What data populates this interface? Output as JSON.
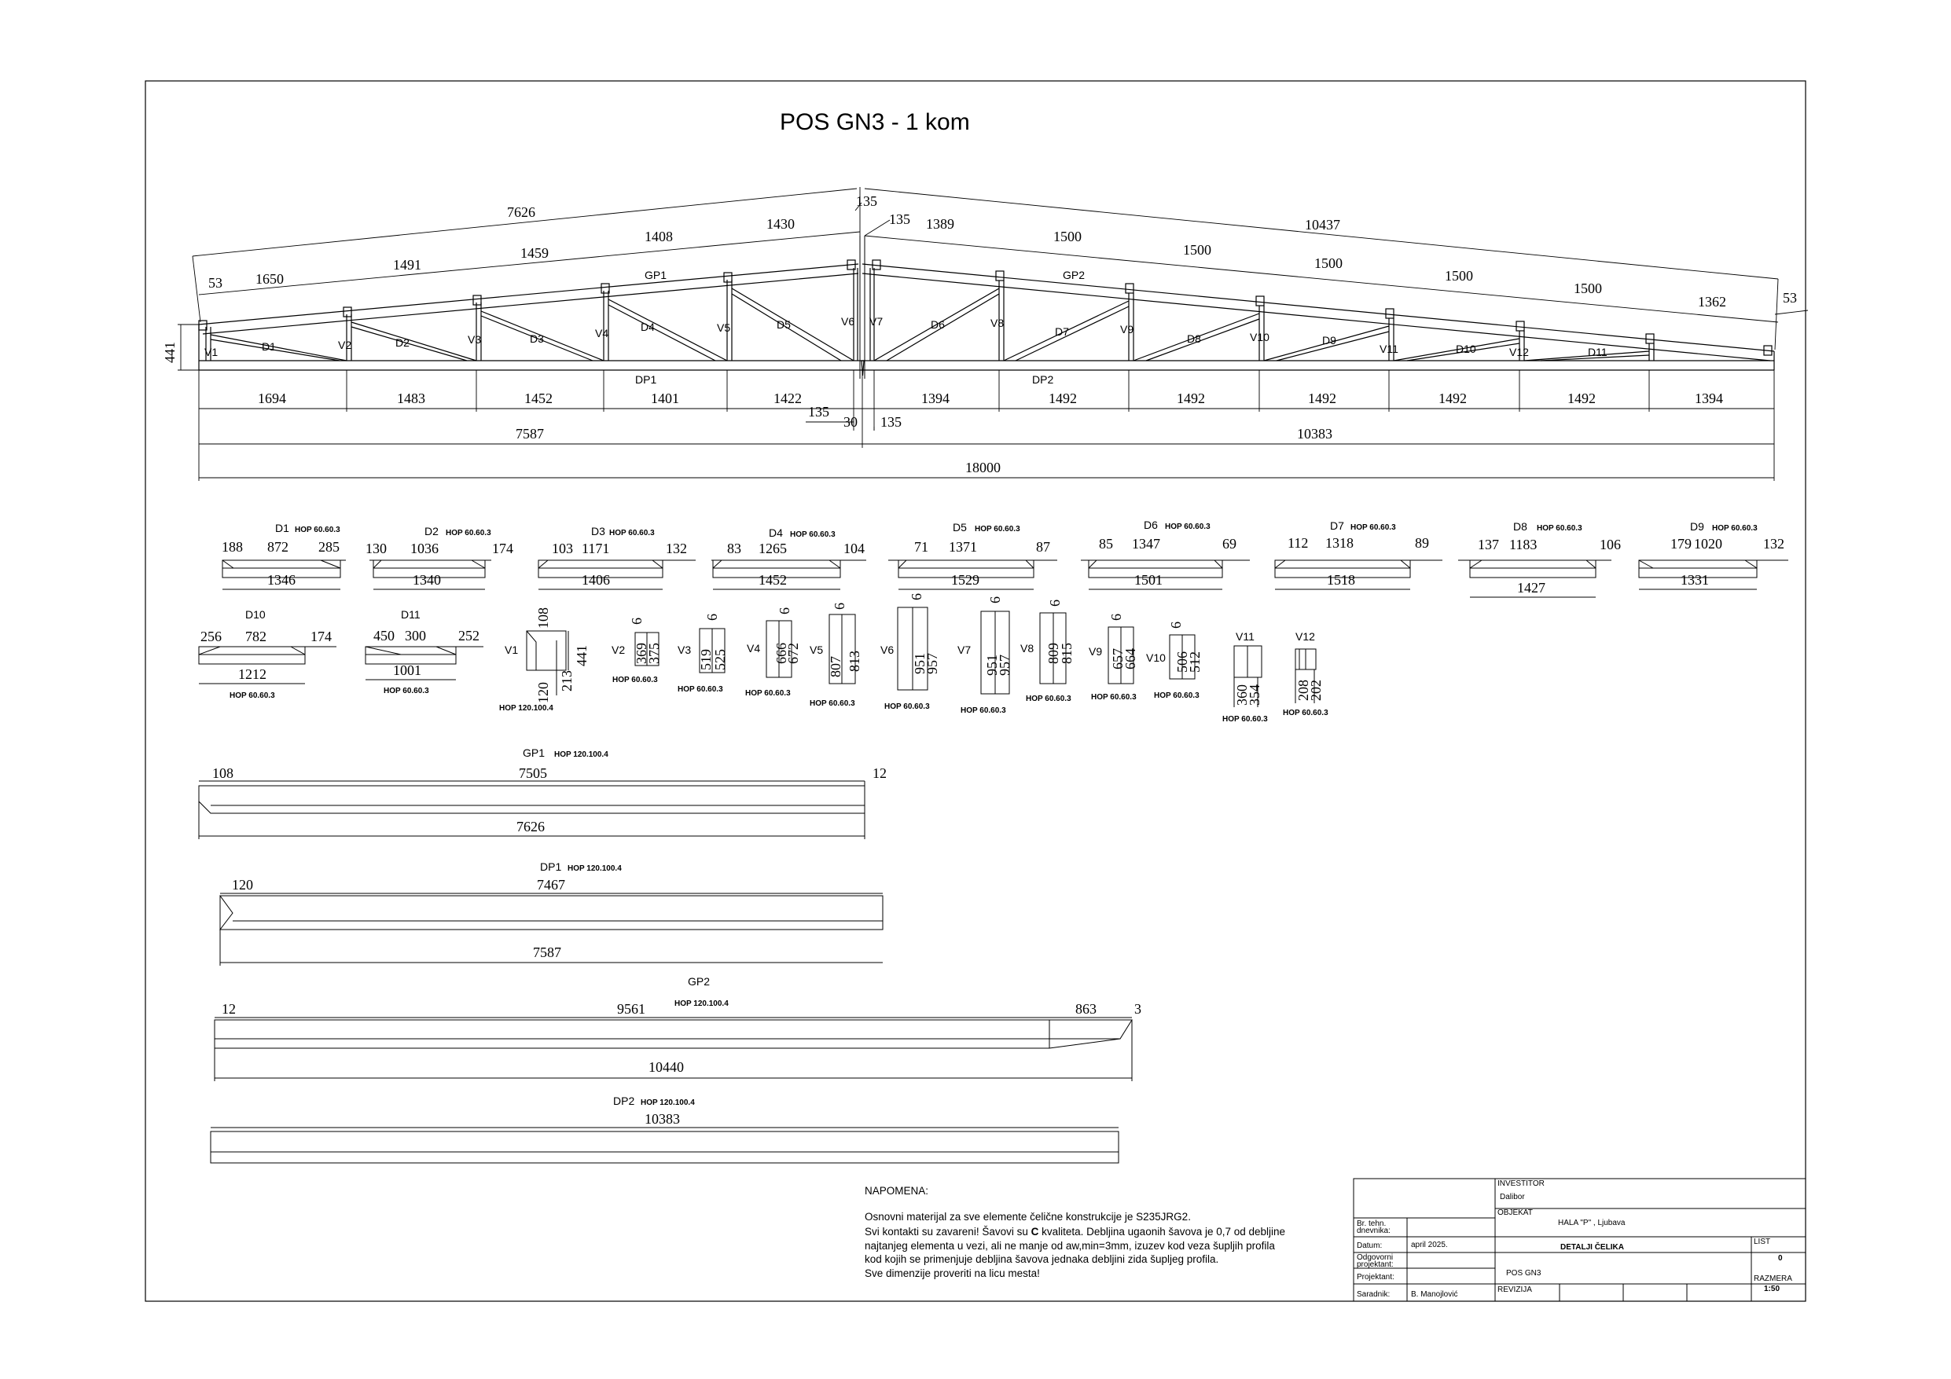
{
  "title": "POS GN3 - 1 kom",
  "truss": {
    "dims": {
      "left_top_total": "7626",
      "right_top_total": "10437",
      "apex_135_a": "135",
      "apex_135_b": "135",
      "left_top_segs": [
        "53",
        "1650",
        "1491",
        "1459",
        "1408",
        "1430"
      ],
      "right_top_segs": [
        "1389",
        "1500",
        "1500",
        "1500",
        "1500",
        "1500",
        "1362"
      ],
      "right_end": "53",
      "height": "441",
      "bottom_segs": [
        "1694",
        "1483",
        "1452",
        "1401",
        "1422",
        "1394",
        "1492",
        "1492",
        "1492",
        "1492",
        "1492",
        "1394"
      ],
      "mid_135_a": "135",
      "mid_30": "30",
      "mid_135_b": "135",
      "left_bottom_total": "7587",
      "right_bottom_total": "10383",
      "total": "18000"
    },
    "labels": {
      "GP1": "GP1",
      "GP2": "GP2",
      "DP1": "DP1",
      "DP2": "DP2",
      "verticals": [
        "V1",
        "V2",
        "V3",
        "V4",
        "V5",
        "V6",
        "V7",
        "V8",
        "V9",
        "V10",
        "V11",
        "V12"
      ],
      "diagonals": [
        "D1",
        "D2",
        "D3",
        "D4",
        "D5",
        "D6",
        "D7",
        "D8",
        "D9",
        "D10",
        "D11"
      ]
    }
  },
  "diag_details": [
    {
      "name": "D1",
      "profile": "HOP 60.60.3",
      "a": "188",
      "b": "872",
      "c": "285",
      "total": "1346"
    },
    {
      "name": "D2",
      "profile": "HOP 60.60.3",
      "a": "130",
      "b": "1036",
      "c": "174",
      "total": "1340"
    },
    {
      "name": "D3",
      "profile": "HOP 60.60.3",
      "a": "103",
      "b": "1171",
      "c": "132",
      "total": "1406"
    },
    {
      "name": "D4",
      "profile": "HOP 60.60.3",
      "a": "83",
      "b": "1265",
      "c": "104",
      "total": "1452"
    },
    {
      "name": "D5",
      "profile": "HOP 60.60.3",
      "a": "71",
      "b": "1371",
      "c": "87",
      "total": "1529"
    },
    {
      "name": "D6",
      "profile": "HOP 60.60.3",
      "a": "85",
      "b": "1347",
      "c": "69",
      "total": "1501"
    },
    {
      "name": "D7",
      "profile": "HOP 60.60.3",
      "a": "112",
      "b": "1318",
      "c": "89",
      "total": "1518"
    },
    {
      "name": "D8",
      "profile": "HOP 60.60.3",
      "a": "137",
      "b": "1183",
      "c": "106",
      "total": "1427"
    },
    {
      "name": "D9",
      "profile": "HOP 60.60.3",
      "a": "179",
      "b": "1020",
      "c": "132",
      "total": "1331"
    },
    {
      "name": "D10",
      "profile": "HOP 60.60.3",
      "a": "256",
      "b": "782",
      "c": "174",
      "total": "1212"
    },
    {
      "name": "D11",
      "profile": "HOP 60.60.3",
      "a": "450",
      "b": "300",
      "c": "252",
      "total": "1001"
    }
  ],
  "vert_details": [
    {
      "name": "V1",
      "profile": "HOP 120.100.4",
      "a": "108",
      "b": "441",
      "c": "213",
      "d": "120"
    },
    {
      "name": "V2",
      "profile": "HOP 60.60.3",
      "top": "6",
      "a": "369",
      "b": "375"
    },
    {
      "name": "V3",
      "profile": "HOP 60.60.3",
      "top": "6",
      "a": "519",
      "b": "525"
    },
    {
      "name": "V4",
      "profile": "HOP 60.60.3",
      "top": "6",
      "a": "666",
      "b": "672"
    },
    {
      "name": "V5",
      "profile": "HOP 60.60.3",
      "top": "6",
      "a": "807",
      "b": "813"
    },
    {
      "name": "V6",
      "profile": "HOP 60.60.3",
      "top": "6",
      "a": "951",
      "b": "957"
    },
    {
      "name": "V7",
      "profile": "HOP 60.60.3",
      "top": "6",
      "a": "951",
      "b": "957"
    },
    {
      "name": "V8",
      "profile": "HOP 60.60.3",
      "top": "6",
      "a": "809",
      "b": "815"
    },
    {
      "name": "V9",
      "profile": "HOP 60.60.3",
      "top": "6",
      "a": "657",
      "b": "664"
    },
    {
      "name": "V10",
      "profile": "HOP 60.60.3",
      "top": "6",
      "a": "506",
      "b": "512"
    },
    {
      "name": "V11",
      "profile": "HOP 60.60.3",
      "a": "360",
      "b": "354"
    },
    {
      "name": "V12",
      "profile": "HOP 60.60.3",
      "a": "208",
      "b": "202"
    }
  ],
  "chord_details": {
    "GP1": {
      "name": "GP1",
      "profile": "HOP 120.100.4",
      "a": "108",
      "b": "7505",
      "c": "12",
      "total": "7626"
    },
    "DP1": {
      "name": "DP1",
      "profile": "HOP 120.100.4",
      "a": "120",
      "b": "7467",
      "total": "7587"
    },
    "GP2": {
      "name": "GP2",
      "profile": "HOP 120.100.4",
      "a": "12",
      "b": "9561",
      "c": "863",
      "d": "3",
      "total": "10440"
    },
    "DP2": {
      "name": "DP2",
      "profile": "HOP 120.100.4",
      "total": "10383"
    }
  },
  "note": {
    "heading": "NAPOMENA:",
    "line1": "Osnovni materijal za sve elemente čelične konstrukcije je S235JRG2.",
    "line2a": "Svi kontakti su zavareni! Šavovi su ",
    "line2b": "C",
    "line2c": " kvaliteta. Debljina ugaonih šavova je 0,7 od debljine",
    "line3": "najtanjeg elementa u vezi, ali ne manje od aw,min=3mm, izuzev kod veza šupljih profila",
    "line4": "kod kojih se primenjuje debljina šavova jednaka debljini zida šupljeg profila.",
    "line5": "Sve dimenzije proveriti na licu mesta!"
  },
  "title_block": {
    "investitor_label": "INVESTITOR",
    "investitor": "Dalibor",
    "objekat_label": "OBJEKAT",
    "objekat": "HALA  \"P\" , Ljubava",
    "br_tehn_1": "Br. tehn.",
    "br_tehn_2": "dnevnika:",
    "datum_label": "Datum:",
    "datum": "april 2025.",
    "odgovorni_1": "Odgovorni",
    "odgovorni_2": "projektant:",
    "projektant_label": "Projektant:",
    "saradnik_label": "Saradnik:",
    "saradnik": "B. Manojlović",
    "drawing_title": "DETALJI ČELIKA",
    "position": "POS GN3",
    "revizija_label": "REVIZIJA",
    "list_label": "LIST",
    "list": "0",
    "razmera_label": "RAZMERA",
    "razmera": "1:50"
  }
}
